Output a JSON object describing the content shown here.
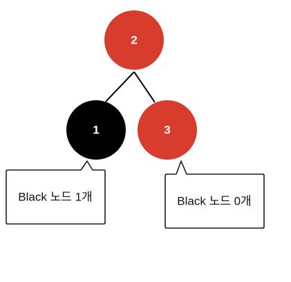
{
  "tree": {
    "nodes": [
      {
        "id": "node-2",
        "label": "2",
        "color": "#d83c2c"
      },
      {
        "id": "node-1",
        "label": "1",
        "color": "#000000"
      },
      {
        "id": "node-3",
        "label": "3",
        "color": "#d83c2c"
      }
    ],
    "edges": [
      {
        "from": "node-2",
        "to": "node-1"
      },
      {
        "from": "node-2",
        "to": "node-3"
      }
    ]
  },
  "callouts": [
    {
      "target": "node-1",
      "text": "Black 노드 1개"
    },
    {
      "target": "node-3",
      "text": "Black 노드 0개"
    }
  ],
  "colors": {
    "red_node": "#d83c2c",
    "black_node": "#000000",
    "edge": "#000000",
    "callout_border": "#1a1a1a",
    "callout_fill": "#ffffff"
  }
}
